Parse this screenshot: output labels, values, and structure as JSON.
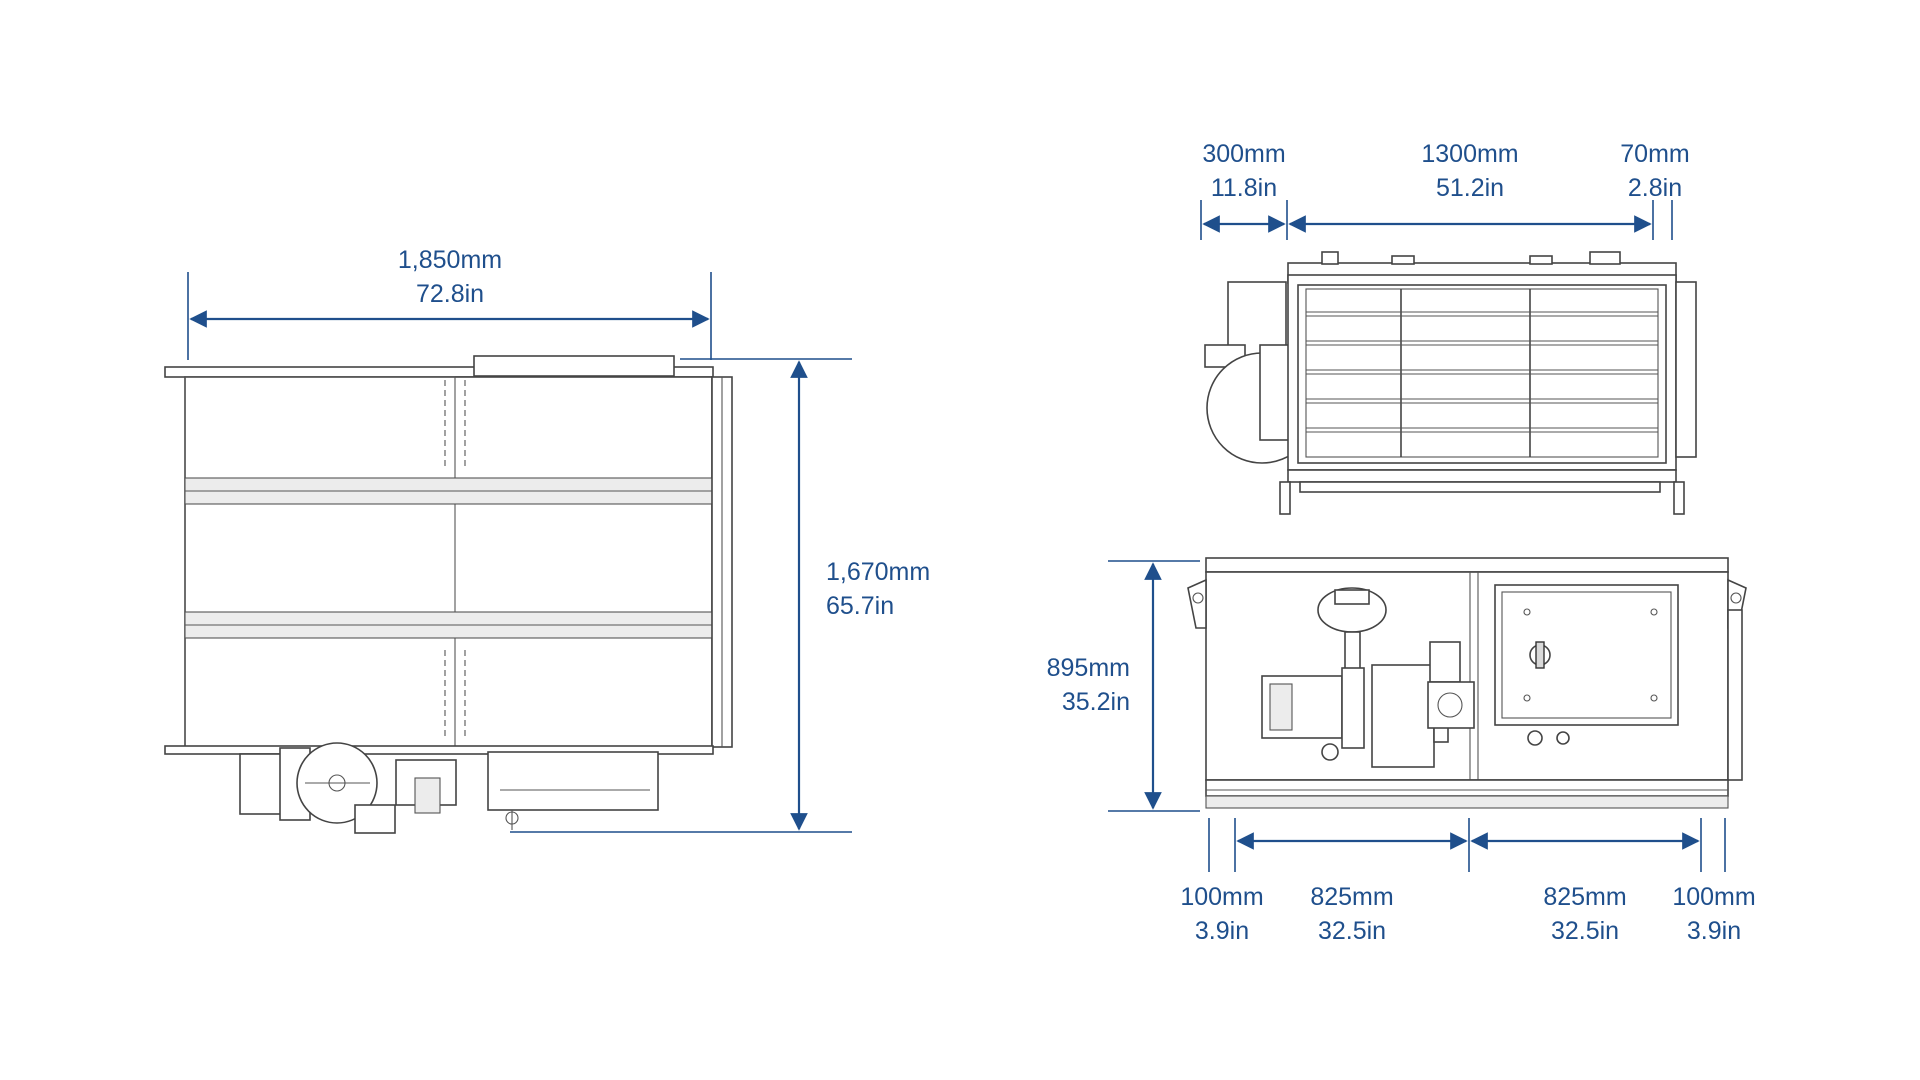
{
  "dimensions": {
    "plan_width": {
      "mm": "1,850mm",
      "in": "72.8in"
    },
    "plan_depth": {
      "mm": "1,670mm",
      "in": "65.7in"
    },
    "front_left": {
      "mm": "300mm",
      "in": "11.8in"
    },
    "front_main": {
      "mm": "1300mm",
      "in": "51.2in"
    },
    "front_right": {
      "mm": "70mm",
      "in": "2.8in"
    },
    "side_height": {
      "mm": "895mm",
      "in": "35.2in"
    },
    "side_edge_left": {
      "mm": "100mm",
      "in": "3.9in"
    },
    "side_span_left": {
      "mm": "825mm",
      "in": "32.5in"
    },
    "side_span_right": {
      "mm": "825mm",
      "in": "32.5in"
    },
    "side_edge_right": {
      "mm": "100mm",
      "in": "3.9in"
    }
  },
  "colors": {
    "dimension": "#1f4f8c",
    "outline": "#444444"
  }
}
